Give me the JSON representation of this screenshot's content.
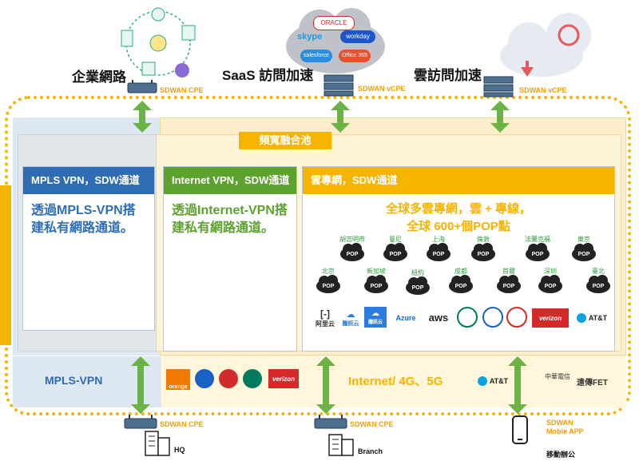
{
  "top": {
    "enterprise_label": "企業網路",
    "saas_label": "SaaS 訪問加速",
    "cloud_label": "雲訪問加速",
    "cpe_enterprise": "SDWAN CPE",
    "cpe_saas": "SDWAN vCPE",
    "cpe_cloud": "SDWAN vCPE",
    "saas_apps": [
      "ORACLE",
      "skype",
      "workday",
      "salesforce",
      "Office 365"
    ]
  },
  "pool": {
    "title": "頻寬融合池"
  },
  "mpls_box": {
    "header": "MPLS VPN，SDW通道",
    "body": "透過MPLS-VPN搭建私有網路通道。"
  },
  "internet_box": {
    "header": "Internet VPN，SDW通道",
    "body": "透過Internet-VPN搭建私有網路通道。"
  },
  "cloud_box": {
    "header": "雲專網，SDW通道",
    "line1": "全球多雲專網，雲 + 專線，",
    "line2": "全球 600+個POP點",
    "pop_label": "POP",
    "cities": [
      "胡志明市",
      "曼尼",
      "上海",
      "倫敦",
      "法蘭克福",
      "東京",
      "北京",
      "新加坡",
      "紐約",
      "成都",
      "首爾",
      "深圳",
      "臺北"
    ],
    "providers": [
      "阿里云",
      "騰訊云",
      "騰訊云",
      "Azure",
      "aws",
      "中国移动",
      "中国电信",
      "中国联通",
      "verizon",
      "AT&T"
    ]
  },
  "bottom": {
    "mpls_label": "MPLS-VPN",
    "internet_label": "Internet/ 4G、5G",
    "carriers": [
      "orange",
      "中国电信",
      "中国联通",
      "中国移动",
      "verizon"
    ],
    "right_carriers": [
      "AT&T",
      "中華電信",
      "遠傳FET"
    ]
  },
  "sites": {
    "hq_cpe": "SDWAN CPE",
    "hq_label": "HQ",
    "branch_cpe": "SDWAN CPE",
    "branch_label": "Branch",
    "mobile_cpe": "SDWAN",
    "mobile_app": "Mobie APP",
    "mobile_label": "移動辦公"
  },
  "colors": {
    "accent": "#f5b400",
    "blue_head": "#2e6db4",
    "green": "#6ab344"
  }
}
